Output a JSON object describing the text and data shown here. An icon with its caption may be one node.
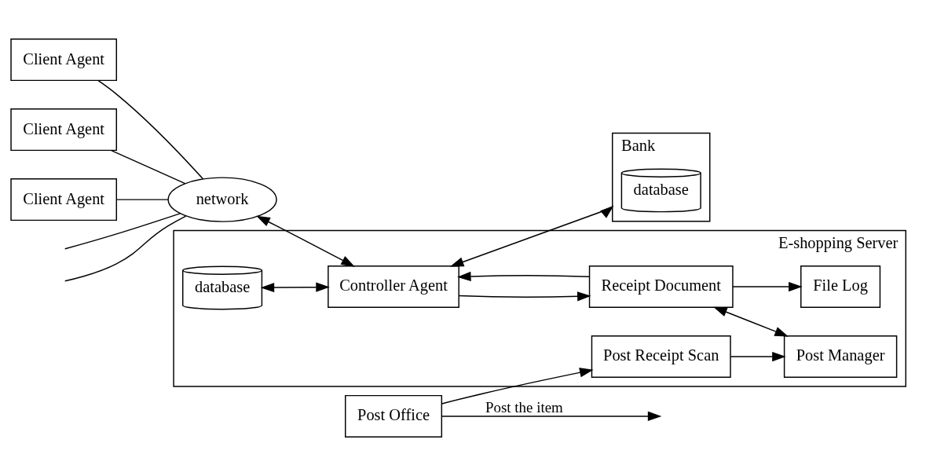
{
  "diagram": {
    "nodes": [
      {
        "text": [
          "Client Agent"
        ]
      },
      {
        "text": [
          "Client Agent"
        ]
      },
      {
        "text": [
          "Client Agent"
        ]
      },
      {
        "text": [
          "network"
        ]
      },
      {
        "text": [
          "E-shopping Server"
        ]
      },
      {
        "text": [
          "database"
        ],
        "in": 4
      },
      {
        "text": [
          "File Log"
        ],
        "in": 4
      },
      {
        "text": [
          "Post Receipt Scan"
        ],
        "in": 4
      },
      {
        "text": [
          "Controller Agent"
        ],
        "in": 4
      },
      {
        "text": [
          "Receipt Document"
        ],
        "in": 4
      },
      {
        "text": [
          "Post Manager"
        ],
        "in": 4
      },
      {
        "text": [
          "Post Office"
        ]
      },
      {
        "text": [
          "Bank"
        ]
      },
      {
        "text": [
          "database"
        ],
        "in": 12
      }
    ],
    "edges": [
      {
        "from": 0,
        "to": 3,
        "arrow": "none"
      },
      {
        "from": 1,
        "to": 3,
        "arrow": "none"
      },
      {
        "from": null,
        "to": 3,
        "arrow": "none"
      },
      {
        "from": null,
        "to": 3,
        "arrow": "none"
      },
      {
        "from": 2,
        "to": 3,
        "arrow": "none"
      },
      {
        "from": 3,
        "to": 8,
        "arrow": "both"
      },
      {
        "from": 5,
        "to": 8,
        "arrow": "both"
      },
      {
        "from": 8,
        "to": 9,
        "arrow": "to"
      },
      {
        "from": 9,
        "to": 8,
        "arrow": "to"
      },
      {
        "from": 9,
        "to": 6,
        "arrow": "to"
      },
      {
        "from": 9,
        "to": 10,
        "arrow": "both"
      },
      {
        "from": 7,
        "to": 10,
        "arrow": "to"
      },
      {
        "from": 11,
        "to": 7,
        "arrow": "to"
      },
      {
        "from": 8,
        "to": 12,
        "arrow": "both"
      },
      {
        "from": 11,
        "to": null,
        "label": "Post the item",
        "arrow": "to"
      }
    ]
  }
}
